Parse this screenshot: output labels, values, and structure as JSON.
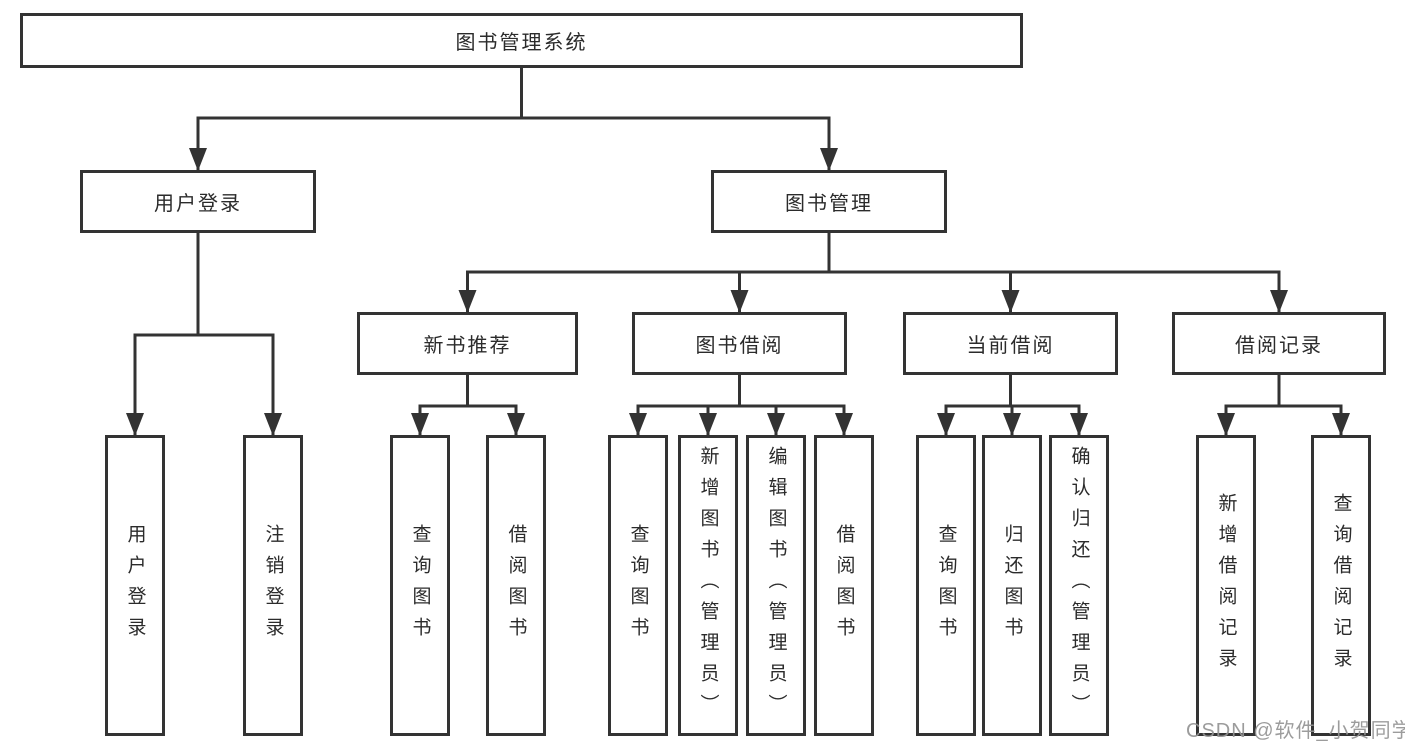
{
  "diagram": {
    "root_label": "图书管理系统",
    "tree": [
      {
        "label": "用户登录",
        "children": [
          {
            "label": "用户登录"
          },
          {
            "label": "注销登录"
          }
        ]
      },
      {
        "label": "图书管理",
        "children": [
          {
            "label": "新书推荐",
            "children": [
              {
                "label": "查询图书"
              },
              {
                "label": "借阅图书"
              }
            ]
          },
          {
            "label": "图书借阅",
            "children": [
              {
                "label": "查询图书"
              },
              {
                "label": "新增图书（管理员）"
              },
              {
                "label": "编辑图书（管理员）"
              },
              {
                "label": "借阅图书"
              }
            ]
          },
          {
            "label": "当前借阅",
            "children": [
              {
                "label": "查询图书"
              },
              {
                "label": "归还图书"
              },
              {
                "label": "确认归还（管理员）"
              }
            ]
          },
          {
            "label": "借阅记录",
            "children": [
              {
                "label": "新增借阅记录"
              },
              {
                "label": "查询借阅记录"
              }
            ]
          }
        ]
      }
    ]
  },
  "watermark": {
    "text": "CSDN @软件_小贺同学"
  },
  "colors": {
    "line": "#333333",
    "box_border": "#333333",
    "box_fill": "#ffffff",
    "text": "#2b2b2b",
    "watermark": "#949494"
  }
}
